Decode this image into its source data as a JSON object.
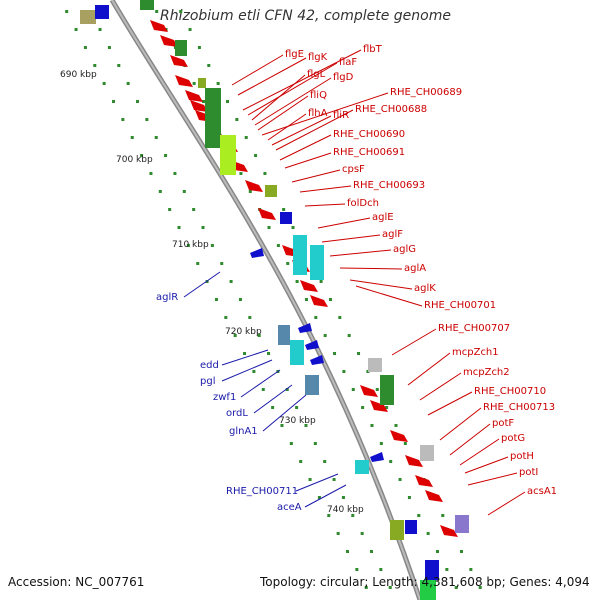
{
  "title": "Rhizobium etli CFN 42, complete genome",
  "footer": {
    "accession": "Accession: NC_007761",
    "topology": "Topology: circular; Length: 4,381,608 bp; Genes: 4,094"
  },
  "colors": {
    "forward_labels": "#cc0000",
    "reverse_labels": "#1a1aaa",
    "backbone": "#888888",
    "tick_dots": "#2e8b2e"
  },
  "kbp_ticks": [
    "690 kbp",
    "700 kbp",
    "710 kbp",
    "720 kbp",
    "730 kbp",
    "740 kbp"
  ],
  "forward_genes": [
    "flgE",
    "flgK",
    "flbT",
    "flaF",
    "flgL",
    "flgD",
    "fliQ",
    "RHE_CH00689",
    "flhA",
    "fliR",
    "RHE_CH00688",
    "RHE_CH00690",
    "RHE_CH00691",
    "cpsF",
    "RHE_CH00693",
    "folDch",
    "aglE",
    "aglF",
    "aglG",
    "aglA",
    "aglK",
    "RHE_CH00701",
    "RHE_CH00707",
    "mcpZch1",
    "mcpZch2",
    "RHE_CH00710",
    "RHE_CH00713",
    "potF",
    "potG",
    "potH",
    "potI",
    "acsA1"
  ],
  "reverse_genes": [
    "aglR",
    "edd",
    "pgl",
    "zwf1",
    "ordL",
    "glnA1",
    "RHE_CH00711",
    "aceA"
  ]
}
